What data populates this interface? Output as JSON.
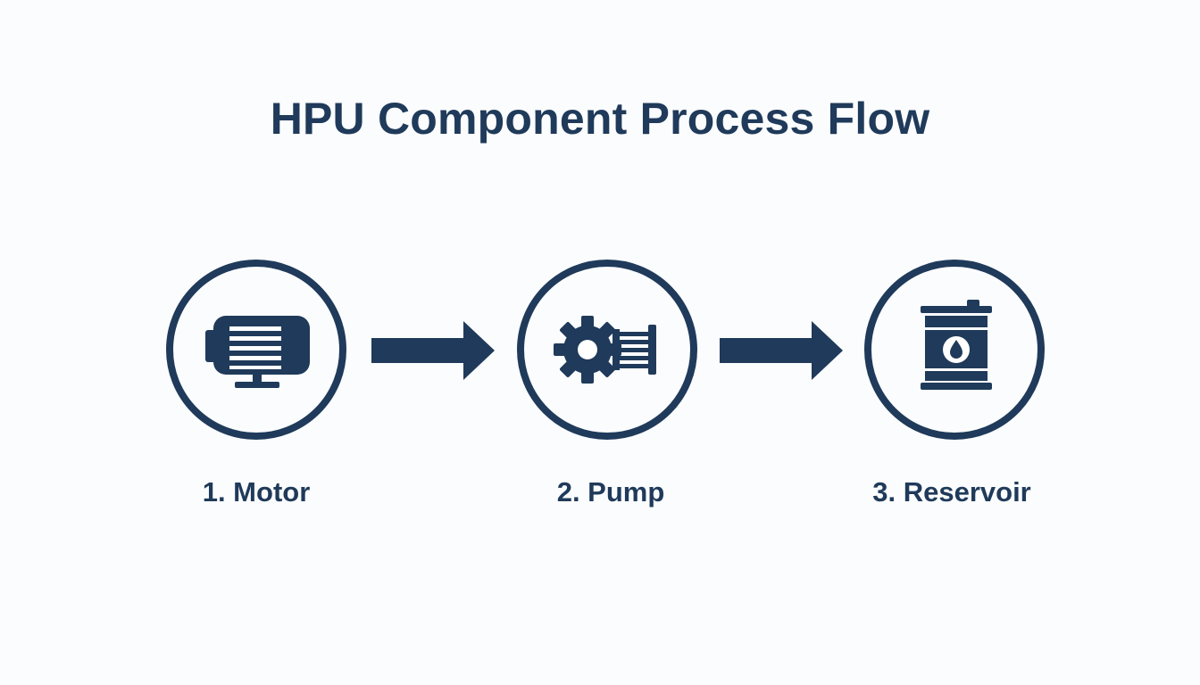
{
  "title": "HPU Component Process Flow",
  "colors": {
    "primary": "#1f3a5a",
    "background": "#fbfcfd"
  },
  "steps": [
    {
      "label": "1. Motor",
      "icon": "electric-motor-icon"
    },
    {
      "label": "2. Pump",
      "icon": "hydraulic-pump-gear-icon"
    },
    {
      "label": "3. Reservoir",
      "icon": "oil-barrel-reservoir-icon"
    }
  ],
  "connectors": [
    {
      "icon": "arrow-right-icon"
    },
    {
      "icon": "arrow-right-icon"
    }
  ]
}
